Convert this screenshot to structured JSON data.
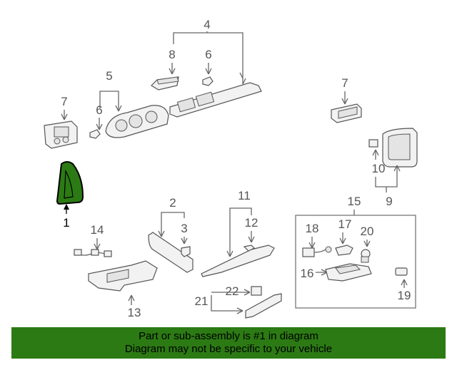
{
  "labels": {
    "c1": "1",
    "c2": "2",
    "c3": "3",
    "c4": "4",
    "c5": "5",
    "c6a": "6",
    "c6b": "6",
    "c7a": "7",
    "c7b": "7",
    "c8": "8",
    "c9": "9",
    "c10": "10",
    "c11": "11",
    "c12": "12",
    "c13": "13",
    "c14": "14",
    "c15": "15",
    "c16": "16",
    "c17": "17",
    "c18": "18",
    "c19": "19",
    "c20": "20",
    "c21": "21",
    "c22": "22"
  },
  "banner": {
    "line1": "Part or sub-assembly is #1 in diagram",
    "line2": "Diagram may not be specific to your vehicle",
    "color": "#2c7a14"
  },
  "highlight": {
    "color": "#2c7a14"
  }
}
